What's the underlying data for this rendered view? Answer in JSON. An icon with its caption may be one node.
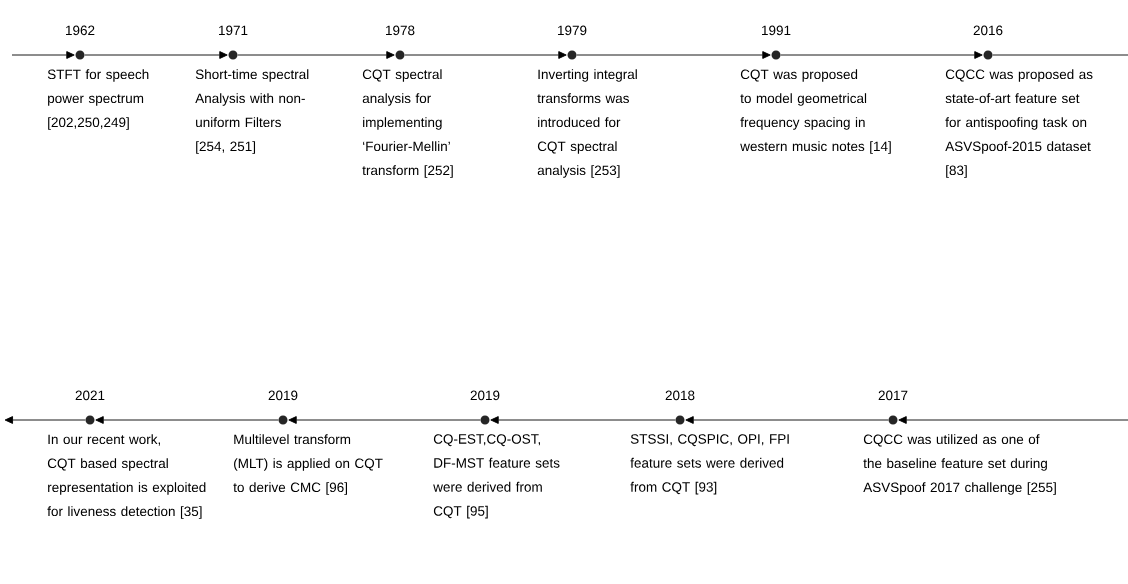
{
  "diagram": {
    "nodes": [
      {
        "text": [
          "1962",
          "STFT for speech power spectrum [202,250,249]"
        ]
      },
      {
        "text": [
          "1971",
          "Short-time spectral Analysis with non-uniform Filters [254, 251]"
        ]
      },
      {
        "text": [
          "1978",
          "CQT spectral analysis for implementing ‘Fourier-Mellin’ transform [252]"
        ]
      },
      {
        "text": [
          "1979",
          "Inverting integral transforms was introduced for CQT spectral analysis [253]"
        ]
      },
      {
        "text": [
          "1991",
          "CQT was proposed to model geometrical frequency spacing in western music notes [14]"
        ]
      },
      {
        "text": [
          "2016",
          "CQCC was proposed as state-of-art feature set for antispoofing task on ASVSpoof-2015 dataset [83]"
        ]
      },
      {
        "text": [
          "2021",
          "In our recent work, CQT based spectral representation is exploited for liveness detection [35]"
        ]
      },
      {
        "text": [
          "2019",
          "Multilevel transform (MLT) is applied on CQT to derive CMC [96]"
        ]
      },
      {
        "text": [
          "2019",
          "CQ-EST,CQ-OST, DF-MST feature sets were derived from CQT [95]"
        ]
      },
      {
        "text": [
          "2018",
          "STSSI, CQSPIC, OPI, FPI feature sets were derived from CQT [93]"
        ]
      },
      {
        "text": [
          "2017",
          "CQCC was utilized as one of the baseline feature set during ASVSpoof 2017 challenge [255]"
        ]
      }
    ],
    "edges": [
      {
        "from": null,
        "to": 0,
        "arrow": "to"
      },
      {
        "from": 0,
        "to": 1,
        "arrow": "to"
      },
      {
        "from": 1,
        "to": 2,
        "arrow": "to"
      },
      {
        "from": 2,
        "to": 3,
        "arrow": "to"
      },
      {
        "from": 3,
        "to": 4,
        "arrow": "to"
      },
      {
        "from": 4,
        "to": 5,
        "arrow": "to"
      },
      {
        "from": 5,
        "to": null,
        "arrow": "none"
      },
      {
        "from": null,
        "to": 10,
        "arrow": "to"
      },
      {
        "from": 10,
        "to": 9,
        "arrow": "to"
      },
      {
        "from": 9,
        "to": 8,
        "arrow": "to"
      },
      {
        "from": 8,
        "to": 7,
        "arrow": "to"
      },
      {
        "from": 7,
        "to": 6,
        "arrow": "to"
      },
      {
        "from": 6,
        "to": null,
        "arrow": "to"
      }
    ]
  }
}
